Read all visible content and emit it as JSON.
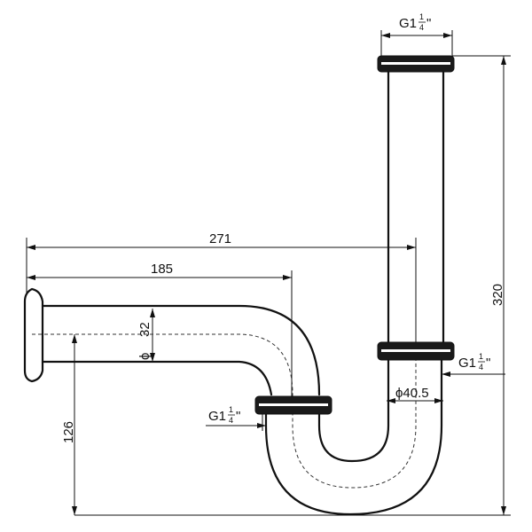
{
  "drawing": {
    "dims": {
      "length_271": "271",
      "length_185": "185",
      "height_320": "320",
      "height_126": "126",
      "phi": "ϕ",
      "pipe_dia": "32",
      "tube_dia_label": "ϕ40.5"
    },
    "threads": {
      "top": "G1",
      "right": "G1",
      "left": "G1",
      "frac_num": "1",
      "frac_den": "4",
      "inch": "\""
    }
  }
}
